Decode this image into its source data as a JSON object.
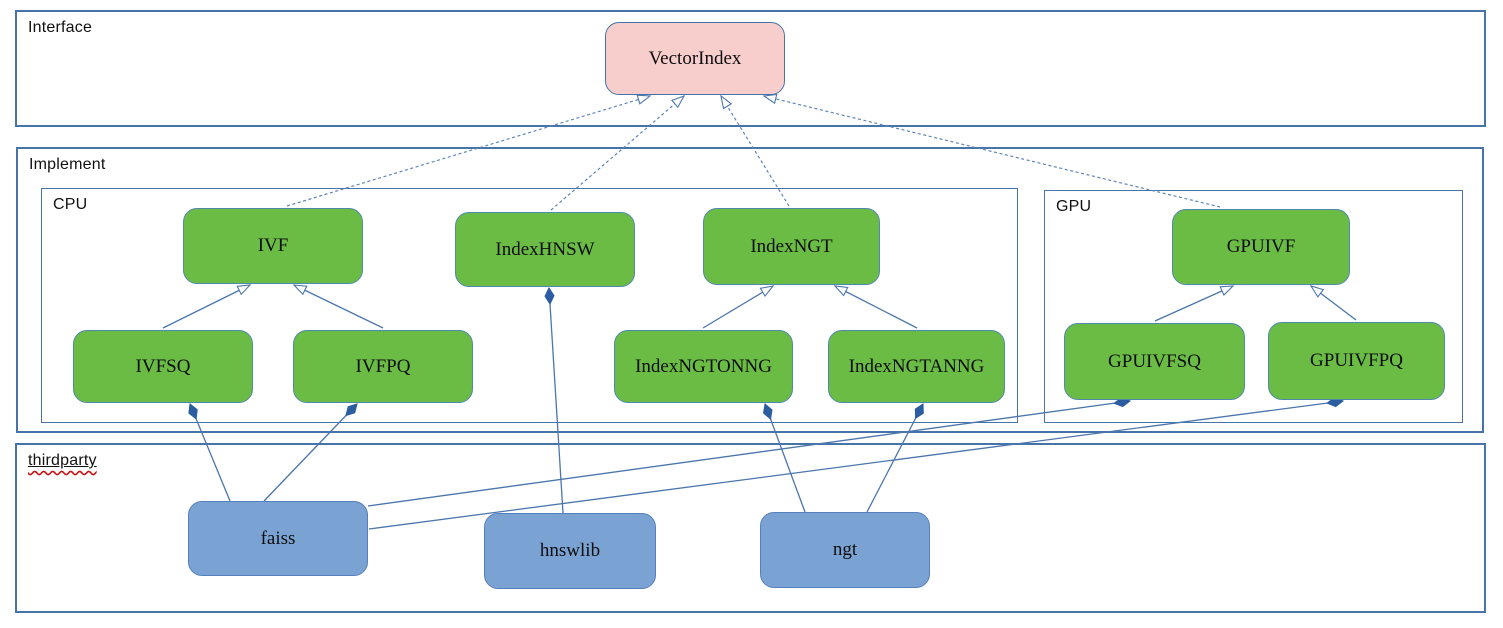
{
  "containers": {
    "interface": {
      "label": "Interface"
    },
    "implement": {
      "label": "Implement"
    },
    "cpu": {
      "label": "CPU"
    },
    "gpu": {
      "label": "GPU"
    },
    "thirdparty": {
      "label": "thirdparty"
    }
  },
  "nodes": {
    "vectorindex": {
      "label": "VectorIndex",
      "group": "interface"
    },
    "ivf": {
      "label": "IVF",
      "group": "cpu"
    },
    "indexhnsw": {
      "label": "IndexHNSW",
      "group": "cpu"
    },
    "indexngt": {
      "label": "IndexNGT",
      "group": "cpu"
    },
    "gpuivf": {
      "label": "GPUIVF",
      "group": "gpu"
    },
    "ivfsq": {
      "label": "IVFSQ",
      "group": "cpu"
    },
    "ivfpq": {
      "label": "IVFPQ",
      "group": "cpu"
    },
    "indexngtonng": {
      "label": "IndexNGTONNG",
      "group": "cpu"
    },
    "indexngtanng": {
      "label": "IndexNGTANNG",
      "group": "cpu"
    },
    "gpuivfsq": {
      "label": "GPUIVFSQ",
      "group": "gpu"
    },
    "gpuivfpq": {
      "label": "GPUIVFPQ",
      "group": "gpu"
    },
    "faiss": {
      "label": "faiss",
      "group": "thirdparty"
    },
    "hnswlib": {
      "label": "hnswlib",
      "group": "thirdparty"
    },
    "ngt": {
      "label": "ngt",
      "group": "thirdparty"
    }
  },
  "edges": [
    {
      "from": "IVF",
      "to": "VectorIndex",
      "type": "realization-dashed-hollow-arrow"
    },
    {
      "from": "IndexHNSW",
      "to": "VectorIndex",
      "type": "realization-dashed-hollow-arrow"
    },
    {
      "from": "IndexNGT",
      "to": "VectorIndex",
      "type": "realization-dashed-hollow-arrow"
    },
    {
      "from": "GPUIVF",
      "to": "VectorIndex",
      "type": "realization-dashed-hollow-arrow"
    },
    {
      "from": "IVFSQ",
      "to": "IVF",
      "type": "generalization-hollow-arrow"
    },
    {
      "from": "IVFPQ",
      "to": "IVF",
      "type": "generalization-hollow-arrow"
    },
    {
      "from": "IndexNGTONNG",
      "to": "IndexNGT",
      "type": "generalization-hollow-arrow"
    },
    {
      "from": "IndexNGTANNG",
      "to": "IndexNGT",
      "type": "generalization-hollow-arrow"
    },
    {
      "from": "GPUIVFSQ",
      "to": "GPUIVF",
      "type": "generalization-hollow-arrow"
    },
    {
      "from": "GPUIVFPQ",
      "to": "GPUIVF",
      "type": "generalization-hollow-arrow"
    },
    {
      "from": "faiss",
      "to": "IVFSQ",
      "type": "composition-filled-diamond"
    },
    {
      "from": "faiss",
      "to": "IVFPQ",
      "type": "composition-filled-diamond"
    },
    {
      "from": "faiss",
      "to": "GPUIVFSQ",
      "type": "composition-filled-diamond"
    },
    {
      "from": "faiss",
      "to": "GPUIVFPQ",
      "type": "composition-filled-diamond"
    },
    {
      "from": "hnswlib",
      "to": "IndexHNSW",
      "type": "composition-filled-diamond"
    },
    {
      "from": "ngt",
      "to": "IndexNGTONNG",
      "type": "composition-filled-diamond"
    },
    {
      "from": "ngt",
      "to": "IndexNGTANNG",
      "type": "composition-filled-diamond"
    }
  ],
  "colors": {
    "interface_node_fill": "#f8cecc",
    "implement_node_fill": "#6abc45",
    "thirdparty_node_fill": "#7aa3d4",
    "container_border": "#4674a8",
    "line": "#4a76ad",
    "dashed_line": "#5d85bb",
    "diamond_fill": "#2b5da0",
    "spellcheck_underline": "#cc1111"
  }
}
